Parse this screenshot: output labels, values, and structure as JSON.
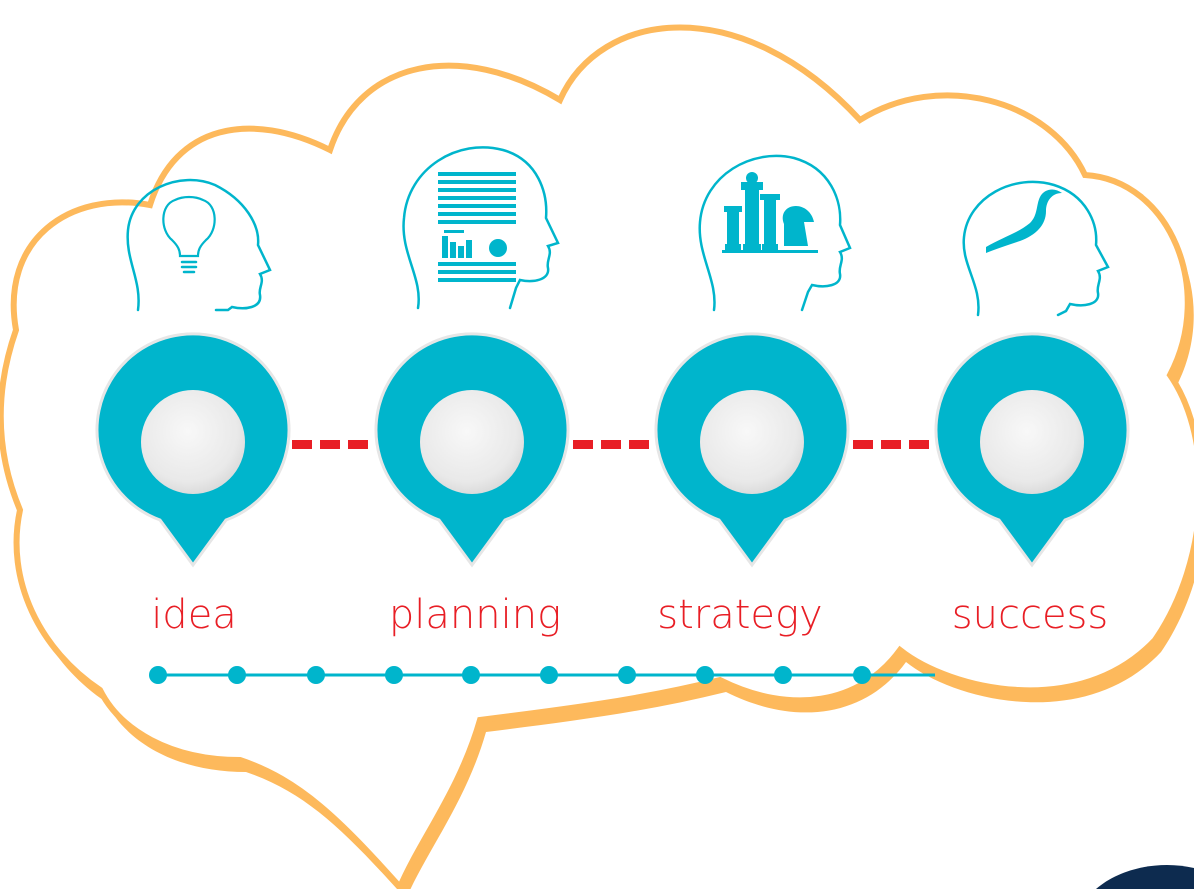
{
  "diagram": {
    "steps": [
      {
        "label": "idea",
        "icon": "lightbulb-head-icon"
      },
      {
        "label": "planning",
        "icon": "document-chart-head-icon"
      },
      {
        "label": "strategy",
        "icon": "chess-pieces-head-icon"
      },
      {
        "label": "success",
        "icon": "flag-head-icon"
      }
    ],
    "timeline_dots": 10,
    "colors": {
      "cloud_outline": "#fdb95c",
      "teal": "#00b5cc",
      "connector": "#e81e25",
      "label": "#e81e25",
      "pin_center": "#ececec",
      "corner_accent": "#0d2b4f"
    }
  }
}
